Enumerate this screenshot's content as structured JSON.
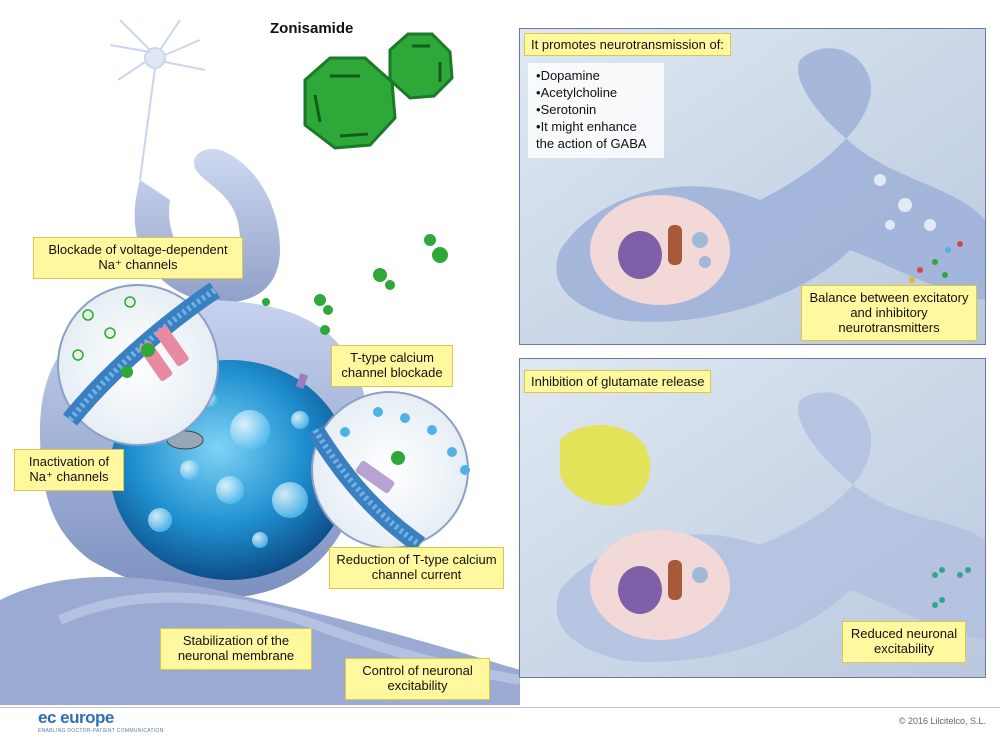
{
  "title": "Zonisamide",
  "labels": {
    "na_blockade": "Blockade of voltage-dependent Na⁺ channels",
    "na_inactivation": "Inactivation of Na⁺ channels",
    "ttype_blockade": "T-type calcium channel blockade",
    "ttype_reduction": "Reduction of T-type calcium channel current",
    "stabilization": "Stabilization of the neuronal membrane",
    "control": "Control of neuronal excitability"
  },
  "panel_top": {
    "header": "It promotes neurotransmission of:",
    "items": [
      "Dopamine",
      "Acetylcholine",
      "Serotonin",
      "It might enhance the action of GABA"
    ],
    "callout": "Balance between excitatory and inhibitory neurotransmitters"
  },
  "panel_bottom": {
    "header": "Inhibition of glutamate release",
    "callout": "Reduced neuronal excitability"
  },
  "footer": {
    "logo": "ec europe",
    "logo_sub": "ENABLING DOCTOR-PATIENT COMMUNICATION",
    "copyright": "© 2016 Lilcitelco, S.L."
  },
  "colors": {
    "label_fill": "#fff89e",
    "drug_green": "#2fa83a",
    "neuron_blue": "#8fa3cf",
    "nucleus_cyan": "#1b86c6"
  }
}
